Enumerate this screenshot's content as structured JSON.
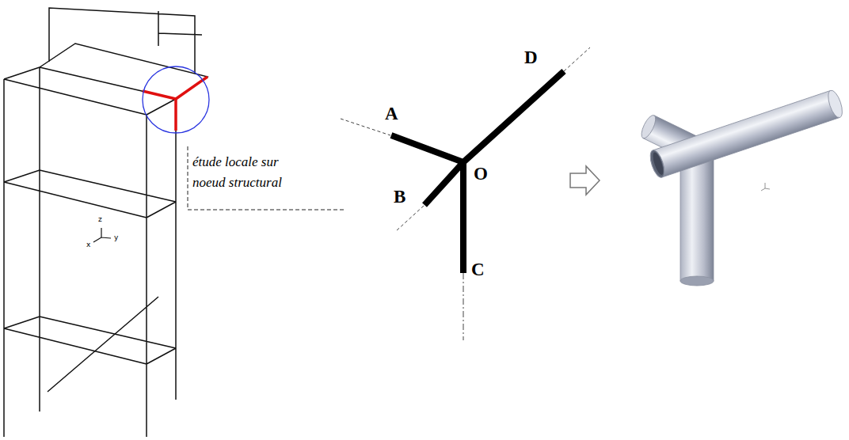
{
  "diagram": {
    "labels": [
      "étude locale sur noeud structural",
      "z",
      "x",
      "y",
      "D",
      "A",
      "B",
      "O",
      "C"
    ]
  }
}
